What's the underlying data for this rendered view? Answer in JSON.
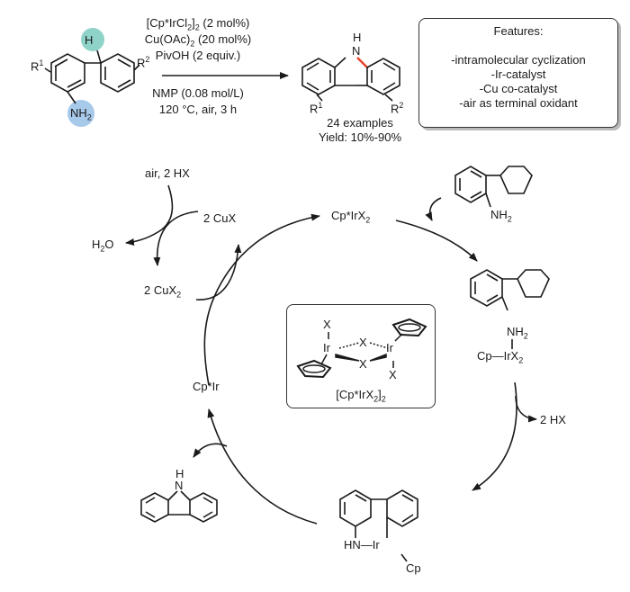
{
  "reaction": {
    "reactant": {
      "substituent_left": "R",
      "substituent_left_sup": "1",
      "substituent_right": "R",
      "substituent_right_sup": "2",
      "h_label": "H",
      "amine_label": "NH",
      "amine_sub": "2",
      "h_highlight_color": "#8fd3c8",
      "amine_highlight_color": "#a7c9ea"
    },
    "conditions_above": [
      "[Cp*IrCl",
      "2",
      "]",
      "2",
      " (2 mol%)",
      "Cu(OAc)",
      "2",
      " (20 mol%)",
      "PivOH (2 equiv.)"
    ],
    "conditions": {
      "line1_a": "[Cp*IrCl",
      "line1_sub1": "2",
      "line1_b": "]",
      "line1_sub2": "2",
      "line1_c": " (2 mol%)",
      "line2_a": "Cu(OAc)",
      "line2_sub": "2",
      "line2_b": " (20 mol%)",
      "line3": "PivOH (2 equiv.)",
      "line4": "NMP (0.08 mol/L)",
      "line5": "120 °C, air, 3 h"
    },
    "product": {
      "nh_label": "H",
      "n_label": "N",
      "r1": "R",
      "r1_sup": "1",
      "r2": "R",
      "r2_sup": "2",
      "new_bond_color": "#e8452c",
      "examples": "24 examples",
      "yield": "Yield: 10%-90%"
    }
  },
  "features": {
    "title": "Features:",
    "items": [
      "-intramolecular cyclization",
      "-Ir-catalyst",
      "-Cu co-catalyst",
      "-air as terminal oxidant"
    ]
  },
  "cycle": {
    "cu_cycle": {
      "input": "air, 2 HX",
      "output": "H",
      "output_sub": "2",
      "output_b": "O",
      "cux": "2 CuX",
      "cux2": "2 CuX",
      "cux2_sub": "2"
    },
    "cp_irx2": {
      "a": "Cp*IrX",
      "sub": "2"
    },
    "substrate": {
      "amine": "NH",
      "amine_sub": "2"
    },
    "complex1": {
      "amine": "NH",
      "amine_sub": "2",
      "metal": "Cp—IrX",
      "metal_sub": "2"
    },
    "byproduct": "2 HX",
    "metallacycle": {
      "hn_ir": "HN—Ir",
      "cp": "Cp"
    },
    "carbazole": {
      "h": "H",
      "n": "N"
    },
    "cp_ir": "Cp*Ir",
    "center_box": {
      "x_top_left": "X",
      "ir_left": "Ir",
      "x_bridge_top": "X",
      "x_bridge_bottom": "X",
      "ir_right": "Ir",
      "x_bottom_right": "X",
      "caption_a": "[Cp*IrX",
      "caption_sub1": "2",
      "caption_b": "]",
      "caption_sub2": "2"
    }
  }
}
